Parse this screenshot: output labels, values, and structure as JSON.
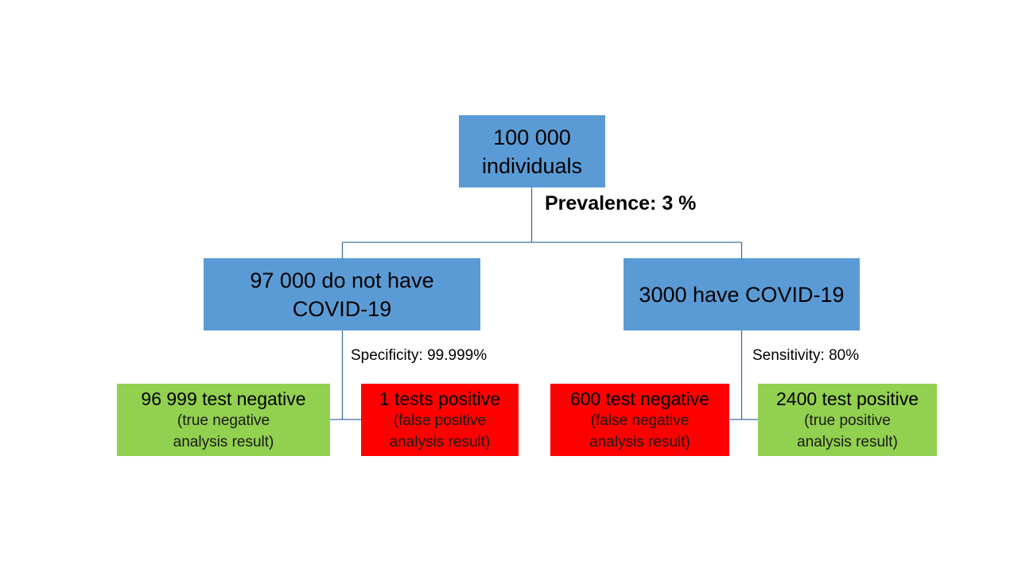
{
  "colors": {
    "background": "#ffffff",
    "blue_box": "#5b9bd5",
    "green_box": "#92d050",
    "red_box": "#ff0000",
    "connector": "#41719c"
  },
  "root": {
    "line1": "100 000",
    "line2": "individuals"
  },
  "prevalence_label": "Prevalence: 3 %",
  "left_branch": {
    "line1": "97 000 do not have",
    "line2": "COVID-19",
    "metric_label": "Specificity: 99.999%",
    "children": [
      {
        "main": "96 999 test negative",
        "sub1": "(true negative",
        "sub2": "analysis result)"
      },
      {
        "main": "1 tests positive",
        "sub1": "(false positive",
        "sub2": "analysis result)"
      }
    ]
  },
  "right_branch": {
    "line1": "3000 have COVID-19",
    "metric_label": "Sensitivity: 80%",
    "children": [
      {
        "main": "600 test negative",
        "sub1": "(false negative",
        "sub2": "analysis result)"
      },
      {
        "main": "2400 test positive",
        "sub1": "(true positive",
        "sub2": "analysis result)"
      }
    ]
  }
}
